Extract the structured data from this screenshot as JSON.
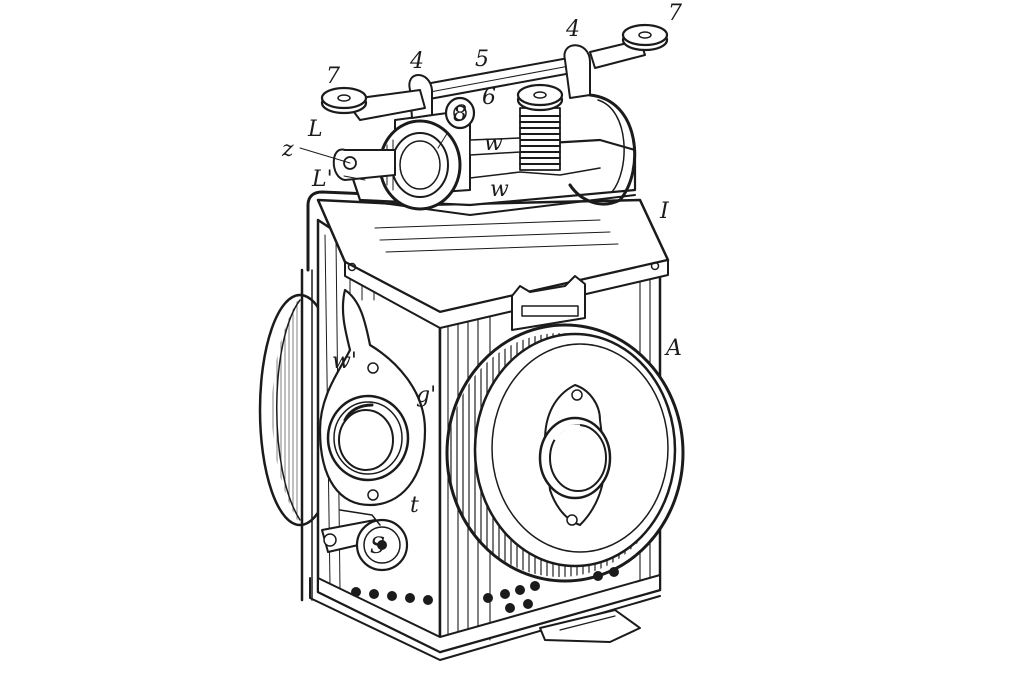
{
  "figure": {
    "labels": {
      "l7a": "7",
      "l7b": "7",
      "l4a": "4",
      "l4b": "4",
      "l5": "5",
      "l6": "6",
      "l8": "8",
      "lL": "L",
      "lz": "z",
      "lL1": "L'",
      "lw": "w",
      "lw2": "w",
      "lI": "I",
      "lA": "A",
      "lw1": "w'",
      "lg1": "g'",
      "lt": "t",
      "lS": "S"
    }
  },
  "colors": {
    "ink": "#1b1b1b",
    "paper": "#ffffff"
  }
}
